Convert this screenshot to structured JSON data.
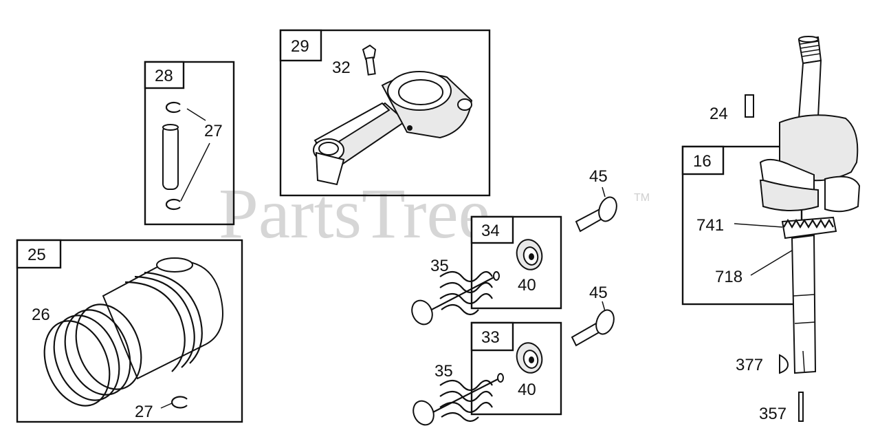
{
  "watermark": {
    "text": "PartsTree",
    "trademark": "TM"
  },
  "boxes": {
    "b28": "28",
    "b29": "29",
    "b25": "25",
    "b34": "34",
    "b33": "33",
    "b16": "16"
  },
  "labels": {
    "l27a": "27",
    "l32": "32",
    "l26": "26",
    "l27b": "27",
    "l45a": "45",
    "l45b": "45",
    "l35a": "35",
    "l40a": "40",
    "l35b": "35",
    "l40b": "40",
    "l24": "24",
    "l741": "741",
    "l718": "718",
    "l377": "377",
    "l357": "357"
  },
  "colors": {
    "line": "#111111",
    "watermark": "#d6d6d6",
    "background": "#ffffff"
  }
}
